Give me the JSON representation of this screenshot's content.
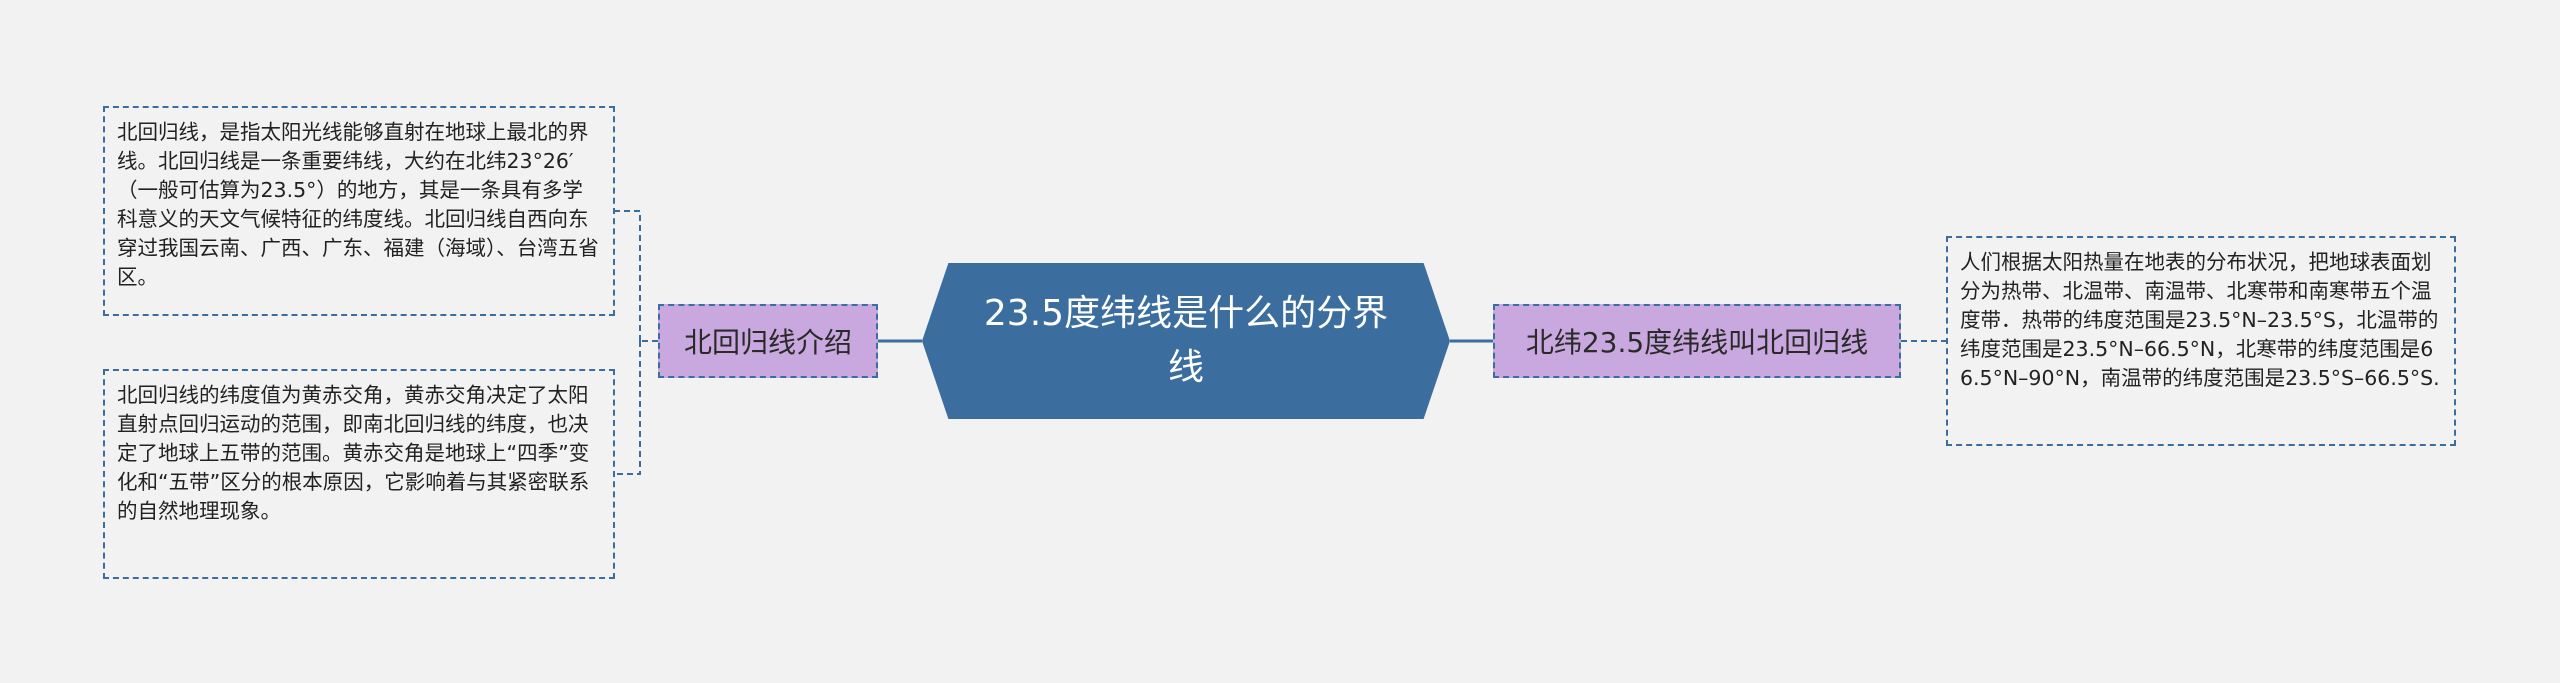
{
  "central": {
    "title": "23.5度纬线是什么的分界线"
  },
  "branches": {
    "left": {
      "label": "北回归线介绍",
      "leaves": [
        "北回归线，是指太阳光线能够直射在地球上最北的界线。北回归线是一条重要纬线，大约在北纬23°26′（一般可估算为23.5°）的地方，其是一条具有多学科意义的天文气候特征的纬度线。北回归线自西向东穿过我国云南、广西、广东、福建（海域）、台湾五省区。",
        "北回归线的纬度值为黄赤交角，黄赤交角决定了太阳直射点回归运动的范围，即南北回归线的纬度，也决定了地球上五带的范围。黄赤交角是地球上“四季”变化和“五带”区分的根本原因，它影响着与其紧密联系的自然地理现象。"
      ]
    },
    "right": {
      "label": "北纬23.5度纬线叫北回归线",
      "leaves": [
        "人们根据太阳热量在地表的分布状况，把地球表面划分为热带、北温带、南温带、北寒带和南寒带五个温度带．热带的纬度范围是23.5°N–23.5°S，北温带的纬度范围是23.5°N–66.5°N，北寒带的纬度范围是66.5°N–90°N，南温带的纬度范围是23.5°S–66.5°S."
      ]
    }
  },
  "colors": {
    "central_fill": "#3b6e9f",
    "branch_fill": "#c9a8e0",
    "border": "#3b6e9f",
    "background": "#f2f2f2"
  }
}
